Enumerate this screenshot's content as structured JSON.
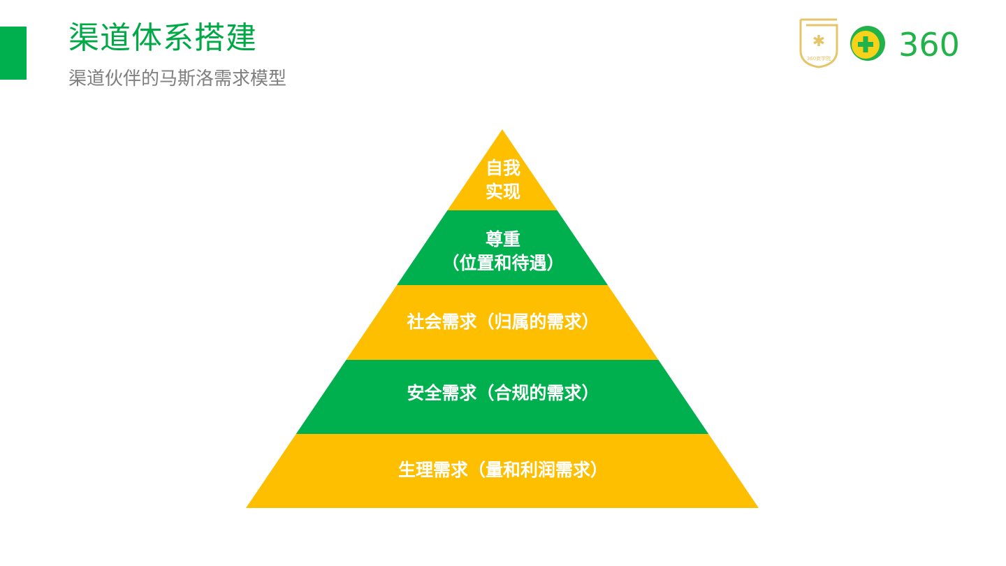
{
  "header": {
    "title": "渠道体系搭建",
    "subtitle": "渠道伙伴的马斯洛需求模型"
  },
  "logo": {
    "badge_text": "360商学院",
    "brand_text": "360"
  },
  "colors": {
    "green": "#00b04f",
    "yellow": "#fdbf00",
    "gold": "#e6c46a"
  },
  "pyramid": {
    "levels": [
      {
        "line1": "自我",
        "line2": "实现",
        "color": "yellow"
      },
      {
        "line1": "尊重",
        "line2": "（位置和待遇）",
        "color": "green"
      },
      {
        "line1": "社会需求（归属的需求）",
        "color": "yellow"
      },
      {
        "line1": "安全需求（合规的需求）",
        "color": "green"
      },
      {
        "line1": "生理需求（量和利润需求）",
        "color": "yellow"
      }
    ]
  }
}
